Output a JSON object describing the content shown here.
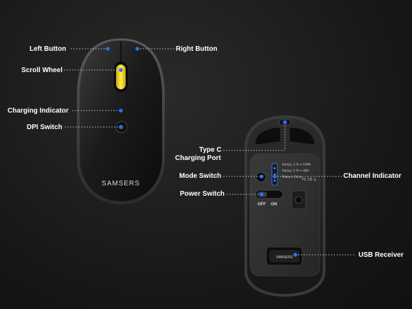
{
  "product": {
    "brand": "SAMSERS",
    "receiver_brand": "SAMSERS"
  },
  "colors": {
    "background": "#161616",
    "callout_dot": "#2f6df6",
    "scroll_wheel": "#f2d416",
    "label_text": "#ffffff"
  },
  "labels": {
    "left_button": "Left Button",
    "right_button": "Right Button",
    "scroll_wheel": "Scroll Wheel",
    "charging_indicator": "Charging Indicator",
    "dpi_switch": "DPI Switch",
    "type_c_line1": "Type C",
    "type_c_line2": "Charging Port",
    "mode_switch": "Mode Switch",
    "channel_indicator": "Channel Indicator",
    "power_switch": "Power Switch",
    "usb_receiver": "USB Receiver"
  },
  "switch": {
    "off": "OFF",
    "on": "ON"
  },
  "rating": {
    "line1": "Rating: 3.7V ⎓ 10MA",
    "line2": "Rating: 3.7V ⎓ 4MA",
    "line3": "Made in China",
    "certs": "FC CE ⚠"
  }
}
